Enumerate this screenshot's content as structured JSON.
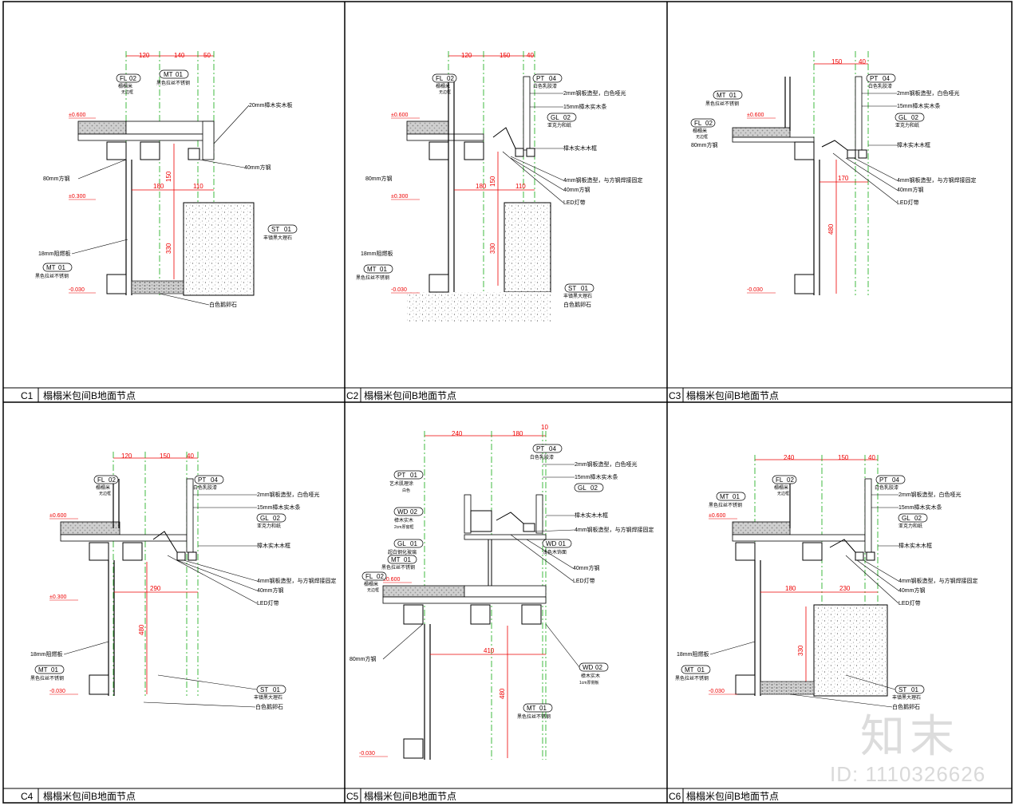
{
  "panels": [
    {
      "code": "C1",
      "title": "榻榻米包间B地面节点",
      "dims": {
        "top": [
          "120",
          "140",
          "50"
        ],
        "mid": [
          "180",
          "110"
        ],
        "vertical": [
          "150",
          "330"
        ]
      },
      "levels": [
        "±0.600",
        "±0.300",
        "-0.030"
      ],
      "tags": [
        {
          "code": "FL",
          "num": "02",
          "desc": "榻榻米",
          "sub": "无边框"
        },
        {
          "code": "MT",
          "num": "01",
          "desc": "黑色拉丝不锈钢"
        },
        {
          "code": "ST",
          "num": "01",
          "desc": "丰镇黑大理石"
        },
        {
          "code": "MT",
          "num": "01",
          "desc": "黑色拉丝不锈钢"
        }
      ],
      "notes": [
        "20mm樟木实木板",
        "80mm方钢",
        "40mm方钢",
        "18mm阻燃板",
        "白色鹅卵石"
      ]
    },
    {
      "code": "C2",
      "title": "榻榻米包间B地面节点",
      "dims": {
        "top": [
          "120",
          "150",
          "40"
        ],
        "mid": [
          "180",
          "110"
        ],
        "vertical": [
          "150",
          "330"
        ]
      },
      "levels": [
        "±0.600",
        "±0.300",
        "-0.030"
      ],
      "tags": [
        {
          "code": "FL",
          "num": "02",
          "desc": "榻榻米",
          "sub": "无边框"
        },
        {
          "code": "PT",
          "num": "04",
          "desc": "白色乳胶漆"
        },
        {
          "code": "GL",
          "num": "02",
          "desc": "亚克力和纸"
        },
        {
          "code": "ST",
          "num": "01",
          "desc": "丰镇黑大理石"
        },
        {
          "code": "MT",
          "num": "01",
          "desc": "黑色拉丝不锈钢"
        }
      ],
      "notes": [
        "2mm钢板造型，白色哑光",
        "15mm樟木实木条",
        "樟木实木木框",
        "4mm钢板造型，与方钢焊接固定",
        "40mm方钢",
        "LED灯带",
        "80mm方钢",
        "18mm阻燃板",
        "白色鹅卵石"
      ]
    },
    {
      "code": "C3",
      "title": "榻榻米包间B地面节点",
      "dims": {
        "top": [
          "150",
          "40"
        ],
        "mid": [
          "170"
        ],
        "vertical": [
          "480"
        ]
      },
      "levels": [
        "±0.600",
        "-0.030"
      ],
      "tags": [
        {
          "code": "MT",
          "num": "01",
          "desc": "黑色拉丝不锈钢"
        },
        {
          "code": "FL",
          "num": "02",
          "desc": "榻榻米",
          "sub": "无边框"
        },
        {
          "code": "PT",
          "num": "04",
          "desc": "白色乳胶漆"
        },
        {
          "code": "GL",
          "num": "02",
          "desc": "亚克力和纸"
        }
      ],
      "notes": [
        "80mm方钢",
        "2mm钢板造型，白色哑光",
        "15mm樟木实木条",
        "樟木实木木框",
        "4mm钢板造型，与方钢焊接固定",
        "40mm方钢",
        "LED灯带"
      ]
    },
    {
      "code": "C4",
      "title": "榻榻米包间B地面节点",
      "dims": {
        "top": [
          "120",
          "150",
          "40"
        ],
        "mid": [
          "290"
        ],
        "vertical": [
          "480"
        ]
      },
      "levels": [
        "±0.600",
        "±0.300",
        "-0.030"
      ],
      "tags": [
        {
          "code": "FL",
          "num": "02",
          "desc": "榻榻米",
          "sub": "无边框"
        },
        {
          "code": "PT",
          "num": "04",
          "desc": "白色乳胶漆"
        },
        {
          "code": "GL",
          "num": "02",
          "desc": "亚克力和纸"
        },
        {
          "code": "MT",
          "num": "01",
          "desc": "黑色拉丝不锈钢"
        },
        {
          "code": "ST",
          "num": "01",
          "desc": "丰镇黑大理石"
        }
      ],
      "notes": [
        "2mm钢板造型，白色哑光",
        "15mm樟木实木条",
        "樟木实木木框",
        "4mm钢板造型，与方钢焊接固定",
        "40mm方钢",
        "LED灯带",
        "18mm阻燃板",
        "白色鹅卵石"
      ]
    },
    {
      "code": "C5",
      "title": "榻榻米包间B地面节点",
      "dims": {
        "top": [
          "240",
          "180",
          "10"
        ],
        "mid": [
          "410"
        ],
        "vertical": [
          "480"
        ]
      },
      "levels": [
        "±0.600",
        "-0.030"
      ],
      "tags": [
        {
          "code": "PT",
          "num": "04",
          "desc": "白色乳胶漆"
        },
        {
          "code": "PT",
          "num": "01",
          "desc": "艺术肌理涂",
          "sub": "白色"
        },
        {
          "code": "GL",
          "num": "02",
          "desc": ""
        },
        {
          "code": "WD",
          "num": "02",
          "desc": "樟木实木",
          "sub": "2cm厚窗框"
        },
        {
          "code": "MT",
          "num": "01",
          "desc": "黑色拉丝不锈钢"
        },
        {
          "code": "WD",
          "num": "01",
          "desc": "浅色木饰面"
        },
        {
          "code": "GL",
          "num": "01",
          "desc": "超白钢化玻璃"
        },
        {
          "code": "FL",
          "num": "02",
          "desc": "榻榻米",
          "sub": "无边框"
        },
        {
          "code": "WD",
          "num": "02",
          "desc": "樟木实木",
          "sub": "1cm厚侧板"
        },
        {
          "code": "MT",
          "num": "01",
          "desc": "黑色拉丝不锈钢"
        }
      ],
      "notes": [
        "2mm钢板造型，白色哑光",
        "15mm樟木实木条",
        "樟木实木木框",
        "4mm钢板造型，与方钢焊接固定",
        "40mm方钢",
        "LED灯带",
        "80mm方钢"
      ]
    },
    {
      "code": "C6",
      "title": "榻榻米包间B地面节点",
      "dims": {
        "top": [
          "240",
          "150",
          "40"
        ],
        "mid": [
          "180",
          "230"
        ],
        "vertical": [
          "330"
        ]
      },
      "levels": [
        "±0.600",
        "-0.030"
      ],
      "tags": [
        {
          "code": "FL",
          "num": "02",
          "desc": "榻榻米",
          "sub": "无边框"
        },
        {
          "code": "MT",
          "num": "01",
          "desc": "黑色拉丝不锈钢"
        },
        {
          "code": "PT",
          "num": "04",
          "desc": "白色乳胶漆"
        },
        {
          "code": "GL",
          "num": "02",
          "desc": "亚克力和纸"
        },
        {
          "code": "MT",
          "num": "01",
          "desc": "黑色拉丝不锈钢"
        },
        {
          "code": "ST",
          "num": "01",
          "desc": "丰镇黑大理石"
        }
      ],
      "notes": [
        "2mm钢板造型，白色哑光",
        "15mm樟木实木条",
        "樟木实木木框",
        "4mm钢板造型，与方钢焊接固定",
        "40mm方钢",
        "LED灯带",
        "18mm阻燃板",
        "白色鹅卵石"
      ]
    }
  ],
  "watermark": {
    "brand": "知末",
    "id": "ID: 1110326626"
  }
}
